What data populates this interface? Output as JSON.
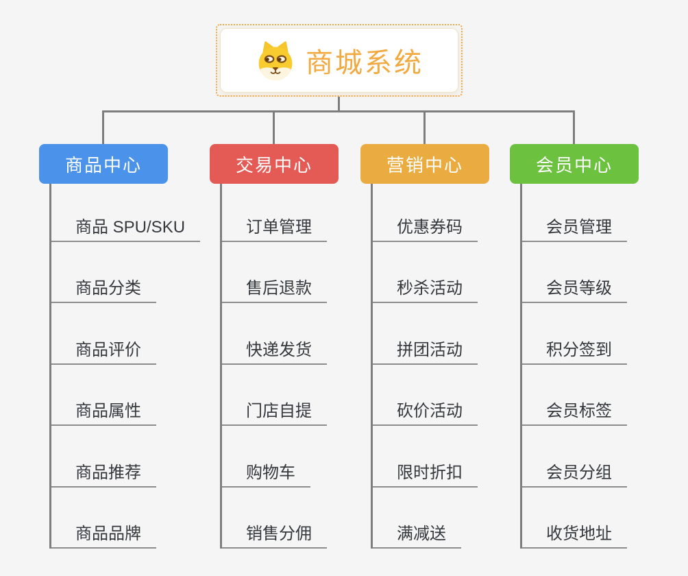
{
  "background_color": "#F5F5F5",
  "connector_color": "#7D7D7D",
  "underline_color": "#8C8C8C",
  "root": {
    "title": "商城系统",
    "icon": "shiba-dog-face-icon",
    "accent_color": "#F2A93F",
    "border_color": "#F3A63E"
  },
  "branches": [
    {
      "id": "product-center",
      "label": "商品中心",
      "color": "#4B93EA",
      "items": [
        "商品 SPU/SKU",
        "商品分类",
        "商品评价",
        "商品属性",
        "商品推荐",
        "商品品牌"
      ]
    },
    {
      "id": "trade-center",
      "label": "交易中心",
      "color": "#E45B56",
      "items": [
        "订单管理",
        "售后退款",
        "快递发货",
        "门店自提",
        "购物车",
        "销售分佣"
      ]
    },
    {
      "id": "marketing-center",
      "label": "营销中心",
      "color": "#EAAC40",
      "items": [
        "优惠券码",
        "秒杀活动",
        "拼团活动",
        "砍价活动",
        "限时折扣",
        "满减送"
      ]
    },
    {
      "id": "member-center",
      "label": "会员中心",
      "color": "#6CC23F",
      "items": [
        "会员管理",
        "会员等级",
        "积分签到",
        "会员标签",
        "会员分组",
        "收货地址"
      ]
    }
  ]
}
